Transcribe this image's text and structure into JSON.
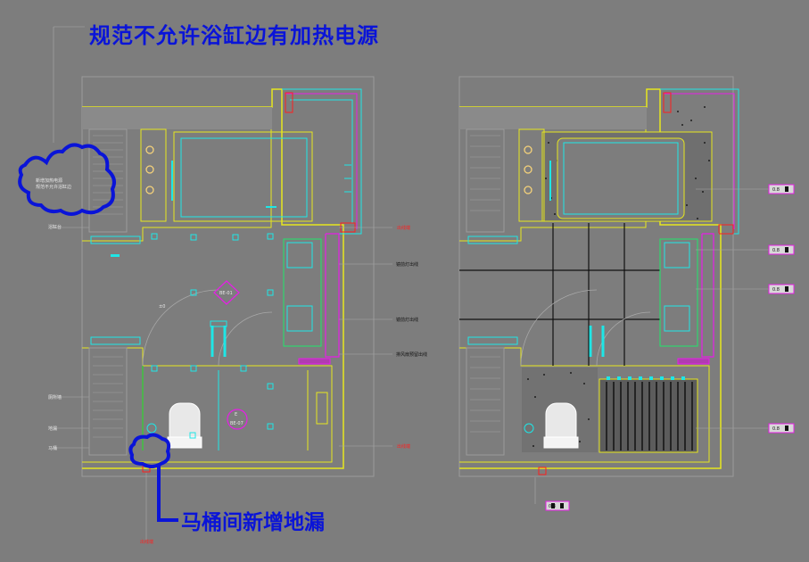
{
  "annotations": {
    "top_note": "规范不允许浴缸边有加热电源",
    "bottom_note": "马桶间新增地漏"
  },
  "left_plan": {
    "labels": {
      "cloud_note_1": "新增加热电源",
      "cloud_note_2": "规范不允许浴缸边",
      "left_1": "浴缸台",
      "left_2": "厕所墙",
      "left_3": "地漏",
      "left_4": "马桶",
      "right_1": "出线端",
      "right_2": "镜前灯出线",
      "right_3": "镜前灯出线",
      "right_4": "排风扇预留出线",
      "right_5": "出线端",
      "bottom_1": "出线端",
      "level": "±0",
      "tag_1": "BE-01",
      "tag_2": "E",
      "tag_3": "BE-07"
    }
  },
  "right_plan": {
    "tags": [
      "0.8",
      "0.8",
      "0.8",
      "0.8",
      "0.8"
    ]
  },
  "colors": {
    "background": "#7d7d7d",
    "annotation_blue": "#0a14d8",
    "cad_yellow": "#e6e61e",
    "cad_cyan": "#1ee6e6",
    "cad_magenta": "#e61ee6",
    "cad_red": "#ff2020",
    "cad_green": "#1ee61e"
  }
}
